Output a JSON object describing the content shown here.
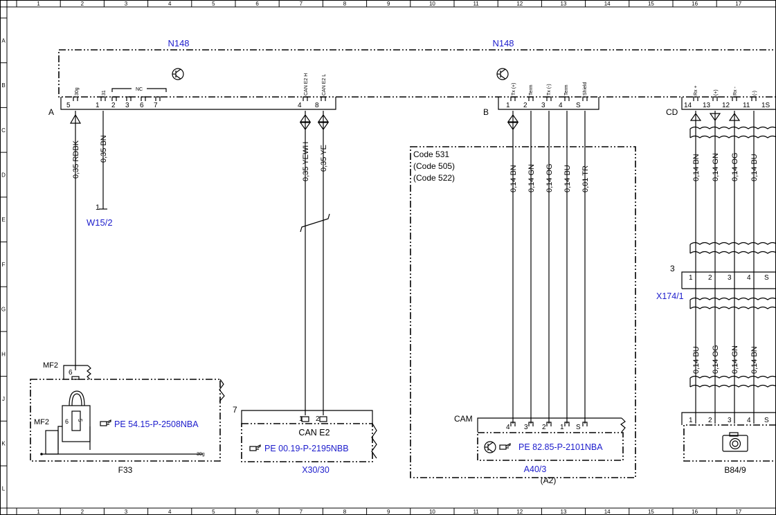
{
  "grid": {
    "columns": [
      "1",
      "2",
      "3",
      "4",
      "5",
      "6",
      "7",
      "8",
      "9",
      "10",
      "11",
      "12",
      "13",
      "14",
      "15",
      "16",
      "17"
    ],
    "rows": [
      "A",
      "B",
      "C",
      "D",
      "E",
      "F",
      "G",
      "H",
      "J",
      "K",
      "L"
    ]
  },
  "n148": {
    "title_left": "N148",
    "title_right": "N148",
    "connector_a": {
      "label": "A",
      "nc_label": "NC",
      "pins": [
        {
          "num": "5",
          "name": "30g"
        },
        {
          "num": "1",
          "name": "31"
        },
        {
          "num": "2",
          "name": ""
        },
        {
          "num": "3",
          "name": ""
        },
        {
          "num": "6",
          "name": ""
        },
        {
          "num": "7",
          "name": ""
        },
        {
          "num": "4",
          "name": "CAN E2 H"
        },
        {
          "num": "8",
          "name": "CAN E2 L"
        }
      ]
    },
    "connector_b": {
      "label": "B",
      "pins": [
        {
          "num": "1",
          "name": "Tx (+)"
        },
        {
          "num": "2",
          "name": "Term"
        },
        {
          "num": "3",
          "name": "Tx (-)"
        },
        {
          "num": "4",
          "name": "Term"
        },
        {
          "num": "S",
          "name": "Shield"
        }
      ]
    },
    "connector_cd": {
      "label": "CD",
      "pins": [
        {
          "num": "14",
          "name": "Rx +"
        },
        {
          "num": "13",
          "name": "(+)"
        },
        {
          "num": "12",
          "name": "Rx -"
        },
        {
          "num": "11",
          "name": "(-)"
        },
        {
          "num": "1S",
          "name": ""
        }
      ]
    }
  },
  "wires": {
    "a_5": "0,35 RDBK",
    "a_1": "0,35 BN",
    "a_4": "0,35 YEWH",
    "a_8": "0,35 YE",
    "b_1": "0,14 BN",
    "b_2": "0,14 GN",
    "b_3": "0,14 OG",
    "b_4": "0,14 BU",
    "b_s": "0,01 TR",
    "cd_upper": [
      "0,14 BN",
      "0,14 GN",
      "0,14 OG",
      "0,14 BU"
    ],
    "cd_lower": [
      "0,14 BU",
      "0,14 OG",
      "0,14 GN",
      "0,14 BN"
    ]
  },
  "w15": {
    "pin": "1",
    "label": "W15/2"
  },
  "code_box": {
    "lines": [
      "Code 531",
      "(Code 505)",
      "(Code 522)"
    ],
    "label": "A40/3",
    "sublabel": "(A2)"
  },
  "f33": {
    "mf2_top": "MF2",
    "mf2_pin": "6",
    "mf2_side": "MF2",
    "relay_pins": [
      "6",
      "5"
    ],
    "ref": "PE 54.15-P-2508NBA",
    "term": "30g",
    "label": "F33"
  },
  "x30": {
    "num": "7",
    "pins": [
      "1",
      "2"
    ],
    "name": "CAN E2",
    "ref": "PE 00.19-P-2195NBB",
    "label": "X30/30"
  },
  "cam": {
    "name": "CAM",
    "pins": [
      "4",
      "3",
      "2",
      "1",
      "S"
    ],
    "ref": "PE 82.85-P-2101NBA"
  },
  "x174": {
    "num": "3",
    "pins": [
      "1",
      "2",
      "3",
      "4",
      "S"
    ],
    "label": "X174/1"
  },
  "b84": {
    "pins": [
      "1",
      "2",
      "3",
      "4",
      "S"
    ],
    "label": "B84/9"
  }
}
